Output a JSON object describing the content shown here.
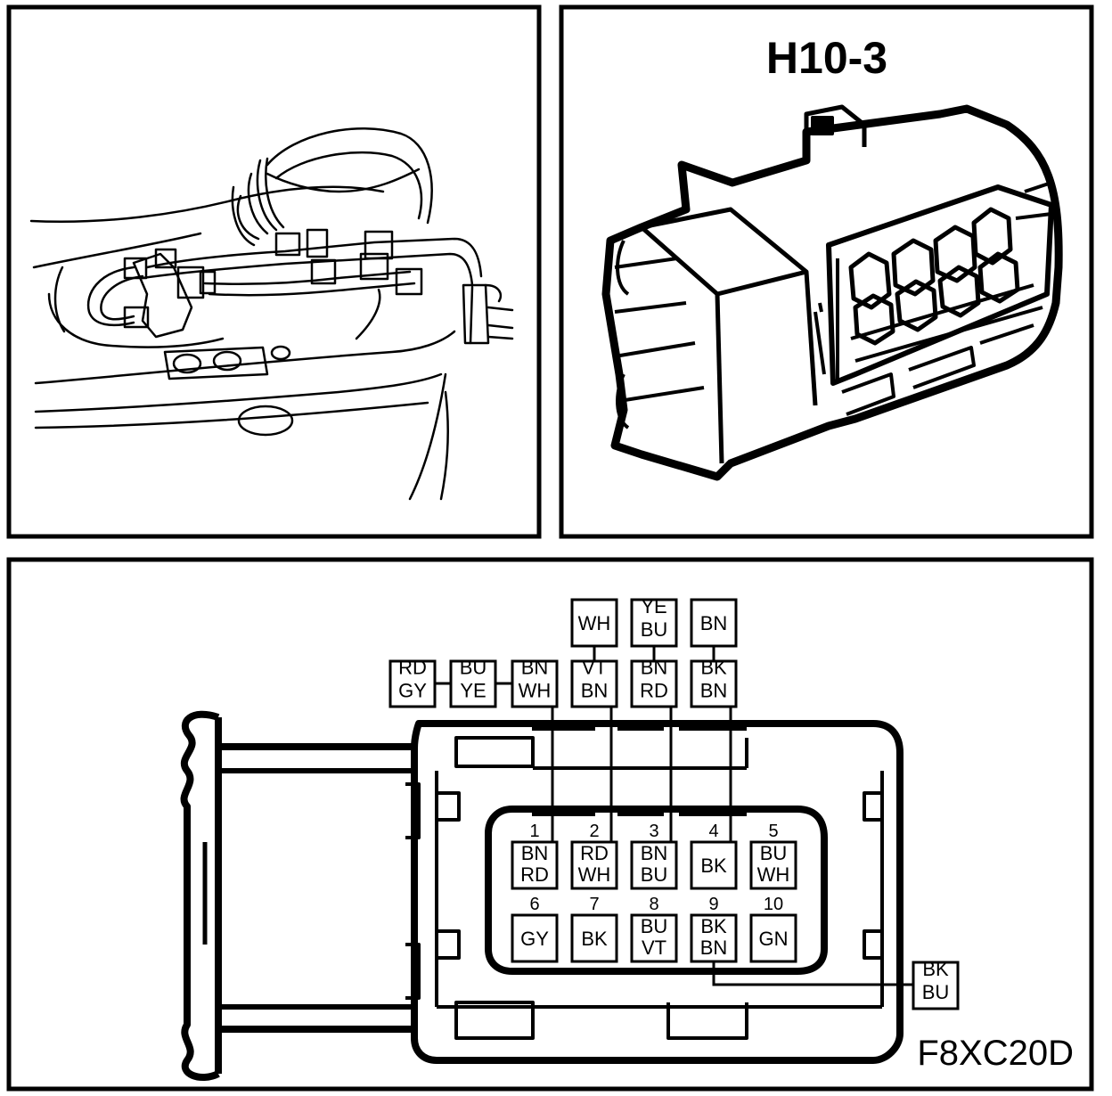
{
  "connector_title": "H10-3",
  "figure_code": "F8XC20D",
  "pins": [
    {
      "number": "1",
      "colors": [
        "BN",
        "RD"
      ]
    },
    {
      "number": "2",
      "colors": [
        "RD",
        "WH"
      ]
    },
    {
      "number": "3",
      "colors": [
        "BN",
        "BU"
      ]
    },
    {
      "number": "4",
      "colors": [
        "BK"
      ]
    },
    {
      "number": "5",
      "colors": [
        "BU",
        "WH"
      ]
    },
    {
      "number": "6",
      "colors": [
        "GY"
      ]
    },
    {
      "number": "7",
      "colors": [
        "BK"
      ]
    },
    {
      "number": "8",
      "colors": [
        "BU",
        "VT"
      ]
    },
    {
      "number": "9",
      "colors": [
        "BK",
        "BN"
      ]
    },
    {
      "number": "10",
      "colors": [
        "GN"
      ]
    }
  ],
  "wire_labels": {
    "pin1": [
      "BN",
      "WH"
    ],
    "pin1_chain_mid": [
      "BU",
      "YE"
    ],
    "pin1_chain_end": [
      "RD",
      "GY"
    ],
    "pin2": [
      "VT",
      "BN"
    ],
    "pin2_top": [
      "WH"
    ],
    "pin3": [
      "BN",
      "RD"
    ],
    "pin3_top": [
      "YE",
      "BU"
    ],
    "pin4": [
      "BK",
      "BN"
    ],
    "pin4_top": [
      "BN"
    ],
    "pin9": [
      "BK",
      "BU"
    ]
  }
}
